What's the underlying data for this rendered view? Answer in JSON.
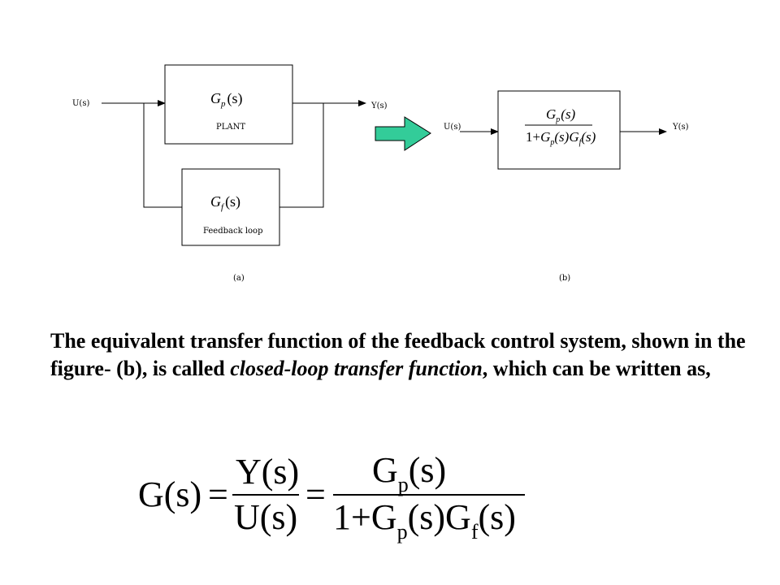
{
  "diagram": {
    "input_label": "U(s)",
    "output_label": "Y(s)",
    "plant": {
      "tf": "G",
      "tf_sub": "p",
      "tf_arg": "(s)",
      "label": "PLANT"
    },
    "feedback": {
      "tf": "G",
      "tf_sub": "f",
      "tf_arg": "(s)",
      "label": "Feedback loop"
    },
    "equivalent": {
      "input_label": "U(s)",
      "output_label": "Y(s)",
      "numerator": "G",
      "numerator_sub": "p",
      "numerator_arg": "(s)",
      "denominator_one": "1+",
      "denominator_g1": "G",
      "denominator_g1_sub": "p",
      "denominator_g1_arg": "(s)",
      "denominator_g2": "G",
      "denominator_g2_sub": "f",
      "denominator_g2_arg": "(s)"
    },
    "caption_a": "(a)",
    "caption_b": "(b)",
    "arrow_color": "#33cc99"
  },
  "text": {
    "part1": "The equivalent transfer function of the feedback control system, shown in the figure- (b), is called ",
    "emphasis1": "closed-loop transfer function",
    "part2": ", which can be written as,"
  },
  "formula": {
    "lhs": "G(s)",
    "eq1": "=",
    "frac1_num": "Y(s)",
    "frac1_den": "U(s)",
    "eq2": "=",
    "frac2_num_g": "G",
    "frac2_num_sub": "p",
    "frac2_num_arg": "(s)",
    "frac2_den_one": "1+",
    "frac2_den_g1": "G",
    "frac2_den_g1_sub": "p",
    "frac2_den_g1_arg": "(s)",
    "frac2_den_g2": "G",
    "frac2_den_g2_sub": "f",
    "frac2_den_g2_arg": "(s)"
  }
}
